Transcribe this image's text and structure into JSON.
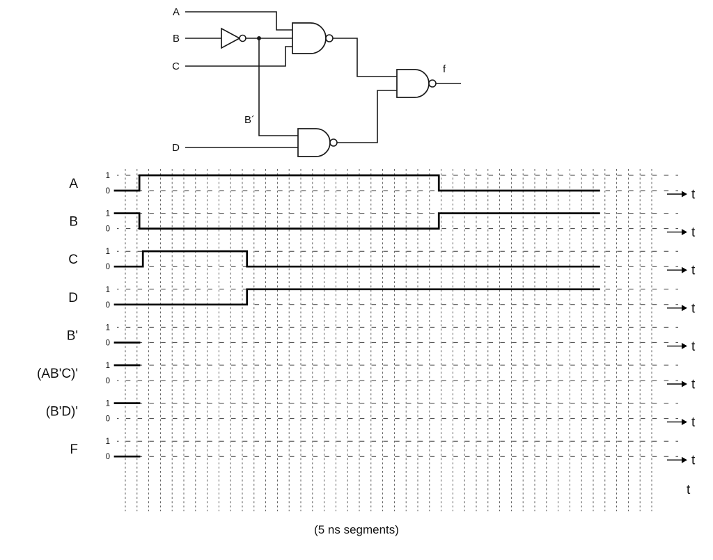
{
  "circuit": {
    "labels": {
      "a": "A",
      "b": "B",
      "c": "C",
      "d": "D",
      "b_prime": "B´",
      "f": "f"
    },
    "gates": [
      {
        "type": "not",
        "input": "B",
        "output": "B'"
      },
      {
        "type": "nand",
        "inputs": [
          "A",
          "B'",
          "C"
        ],
        "output": "(AB'C)'"
      },
      {
        "type": "nand",
        "inputs": [
          "B'",
          "D"
        ],
        "output": "(B'D)'"
      },
      {
        "type": "nand",
        "inputs": [
          "(AB'C)'",
          "(B'D)'"
        ],
        "output": "f"
      }
    ]
  },
  "chart_data": {
    "type": "timing-diagram",
    "caption": "(5 ns segments)",
    "segment_ns": 5,
    "num_segments": 46,
    "time_axis_label": "t",
    "level_labels": [
      "1",
      "0"
    ],
    "signals": [
      {
        "name": "A",
        "initial": 0,
        "transitions": [
          [
            1.2,
            1
          ],
          [
            26.8,
            0
          ]
        ],
        "solid_end": 40.5
      },
      {
        "name": "B",
        "initial": 1,
        "transitions": [
          [
            1.2,
            0
          ],
          [
            26.8,
            1
          ]
        ],
        "solid_end": 40.5
      },
      {
        "name": "C",
        "initial": 0,
        "transitions": [
          [
            1.5,
            1
          ],
          [
            10.4,
            0
          ]
        ],
        "solid_end": 40.5
      },
      {
        "name": "D",
        "initial": 0,
        "transitions": [
          [
            10.4,
            1
          ]
        ],
        "solid_end": 40.5
      },
      {
        "name": "B'",
        "initial": 0,
        "transitions": [],
        "solid_end": 1.2
      },
      {
        "name": "(AB'C)'",
        "initial": 1,
        "transitions": [],
        "solid_end": 1.2
      },
      {
        "name": "(B'D)'",
        "initial": 1,
        "transitions": [],
        "solid_end": 1.2
      },
      {
        "name": "F",
        "initial": 0,
        "transitions": [],
        "solid_end": 1.2
      }
    ]
  }
}
